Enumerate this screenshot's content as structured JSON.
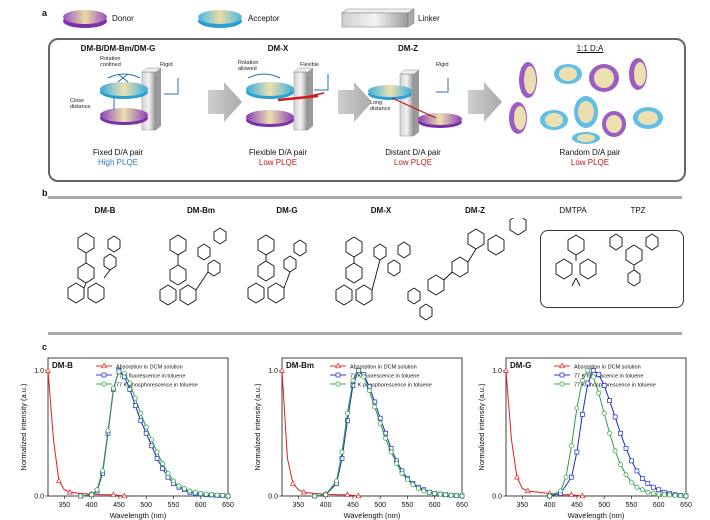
{
  "panel_labels": {
    "a": "a",
    "b": "b",
    "c": "c"
  },
  "legend": {
    "donor": "Donor",
    "acceptor": "Acceptor",
    "linker": "Linker"
  },
  "panel_a": {
    "groups": [
      {
        "title": "DM-B/DM-Bm/DM-G",
        "notes": [
          "Rotation",
          "confined",
          "Rigid",
          "Close",
          "distance"
        ],
        "pair": "Fixed D/A pair",
        "plqe": "High PLQE",
        "plqe_color": "#2c7cc1"
      },
      {
        "title": "DM-X",
        "notes": [
          "Rotation",
          "allowed",
          "Flexible"
        ],
        "pair": "Flexible D/A pair",
        "plqe": "Low PLQE",
        "plqe_color": "#c01818"
      },
      {
        "title": "DM-Z",
        "notes": [
          "Rigid",
          "Long",
          "distance"
        ],
        "pair": "Distant D/A pair",
        "plqe": "Low PLQE",
        "plqe_color": "#c01818"
      },
      {
        "title": "1:1 D:A",
        "pair": "Random D/A pair",
        "plqe": "Low PLQE",
        "plqe_color": "#c01818"
      }
    ]
  },
  "panel_b": {
    "molecules": [
      "DM-B",
      "DM-Bm",
      "DM-G",
      "DM-X",
      "DM-Z"
    ],
    "references": [
      "DMTPA",
      "TPZ"
    ]
  },
  "panel_c": {
    "legend": [
      "Absorption in DCM solution",
      "77 K fluorescence in toluene",
      "77 K phosphorescence in toluene"
    ],
    "series_colors": [
      "#e02020",
      "#1a2bc8",
      "#2ea043"
    ],
    "ylabel": "Normalized intensity (a.u.)",
    "xlabel": "Wavelength (nm)",
    "y_tick": "1.0",
    "y_zero": "0.0"
  },
  "chart_data": [
    {
      "type": "line",
      "name_label": "DM-B",
      "xlim": [
        320,
        650
      ],
      "ylim": [
        0,
        1.1
      ],
      "x_ticks": [
        350,
        400,
        450,
        500,
        550,
        600,
        650
      ],
      "series": [
        {
          "name": "Absorption in DCM solution",
          "x": [
            320,
            330,
            340,
            350,
            360,
            380,
            400,
            420,
            440,
            460
          ],
          "y": [
            1.0,
            0.45,
            0.12,
            0.05,
            0.03,
            0.02,
            0.015,
            0.01,
            0.01,
            0.0
          ]
        },
        {
          "name": "77 K fluorescence in toluene",
          "x": [
            380,
            400,
            410,
            420,
            430,
            440,
            450,
            460,
            470,
            480,
            490,
            500,
            510,
            520,
            530,
            540,
            550,
            560,
            570,
            580,
            590,
            600,
            610,
            620,
            630,
            640,
            650
          ],
          "y": [
            0,
            0.01,
            0.04,
            0.18,
            0.5,
            0.85,
            1.0,
            0.95,
            0.85,
            0.72,
            0.6,
            0.5,
            0.4,
            0.3,
            0.22,
            0.15,
            0.1,
            0.07,
            0.05,
            0.03,
            0.02,
            0.015,
            0.01,
            0.008,
            0.005,
            0.003,
            0.0
          ]
        },
        {
          "name": "77 K phosphorescence in toluene",
          "x": [
            380,
            400,
            410,
            420,
            430,
            440,
            450,
            460,
            470,
            480,
            490,
            500,
            510,
            520,
            530,
            540,
            550,
            560,
            570,
            580,
            590,
            600,
            610,
            620,
            630,
            640,
            650
          ],
          "y": [
            0,
            0.01,
            0.05,
            0.2,
            0.52,
            0.86,
            0.99,
            0.98,
            0.9,
            0.78,
            0.66,
            0.55,
            0.45,
            0.35,
            0.26,
            0.18,
            0.12,
            0.08,
            0.06,
            0.04,
            0.03,
            0.02,
            0.015,
            0.01,
            0.007,
            0.004,
            0.0
          ]
        }
      ]
    },
    {
      "type": "line",
      "name_label": "DM-Bm",
      "xlim": [
        320,
        650
      ],
      "ylim": [
        0,
        1.1
      ],
      "x_ticks": [
        350,
        400,
        450,
        500,
        550,
        600,
        650
      ],
      "series": [
        {
          "name": "Absorption in DCM solution",
          "x": [
            320,
            330,
            340,
            350,
            360,
            380,
            400,
            420,
            440,
            460
          ],
          "y": [
            1.0,
            0.3,
            0.1,
            0.05,
            0.03,
            0.02,
            0.015,
            0.01,
            0.01,
            0.0
          ]
        },
        {
          "name": "77 K fluorescence in toluene",
          "x": [
            380,
            400,
            420,
            430,
            440,
            450,
            460,
            470,
            480,
            490,
            500,
            510,
            520,
            530,
            540,
            550,
            560,
            570,
            580,
            590,
            600,
            610,
            620,
            630,
            640,
            650
          ],
          "y": [
            0,
            0.01,
            0.1,
            0.3,
            0.6,
            0.88,
            1.0,
            0.97,
            0.87,
            0.75,
            0.62,
            0.5,
            0.38,
            0.28,
            0.2,
            0.14,
            0.1,
            0.07,
            0.05,
            0.03,
            0.02,
            0.015,
            0.01,
            0.006,
            0.003,
            0.0
          ]
        },
        {
          "name": "77 K phosphorescence in toluene",
          "x": [
            380,
            400,
            420,
            430,
            440,
            450,
            460,
            470,
            480,
            490,
            500,
            510,
            520,
            530,
            540,
            550,
            560,
            570,
            580,
            590,
            600,
            610,
            620,
            630,
            640,
            650
          ],
          "y": [
            0,
            0.01,
            0.12,
            0.35,
            0.66,
            0.92,
            1.0,
            0.95,
            0.84,
            0.71,
            0.58,
            0.46,
            0.35,
            0.26,
            0.18,
            0.13,
            0.09,
            0.06,
            0.04,
            0.03,
            0.02,
            0.015,
            0.01,
            0.006,
            0.003,
            0.0
          ]
        }
      ]
    },
    {
      "type": "line",
      "name_label": "DM-G",
      "xlim": [
        320,
        650
      ],
      "ylim": [
        0,
        1.1
      ],
      "x_ticks": [
        350,
        400,
        450,
        500,
        550,
        600,
        650
      ],
      "series": [
        {
          "name": "Absorption in DCM solution",
          "x": [
            320,
            330,
            340,
            350,
            360,
            380,
            400,
            420,
            440,
            460
          ],
          "y": [
            1.0,
            0.45,
            0.15,
            0.06,
            0.04,
            0.03,
            0.02,
            0.01,
            0.01,
            0.0
          ]
        },
        {
          "name": "77 K fluorescence in toluene",
          "x": [
            400,
            420,
            440,
            450,
            460,
            470,
            480,
            490,
            500,
            510,
            520,
            530,
            540,
            550,
            560,
            570,
            580,
            590,
            600,
            610,
            620,
            630,
            640,
            650
          ],
          "y": [
            0,
            0.02,
            0.15,
            0.35,
            0.65,
            0.9,
            1.0,
            0.97,
            0.88,
            0.76,
            0.63,
            0.5,
            0.38,
            0.28,
            0.2,
            0.14,
            0.1,
            0.07,
            0.05,
            0.03,
            0.02,
            0.01,
            0.005,
            0.0
          ]
        },
        {
          "name": "77 K phosphorescence in toluene",
          "x": [
            400,
            420,
            430,
            440,
            450,
            460,
            470,
            480,
            490,
            500,
            510,
            520,
            530,
            540,
            550,
            560,
            570,
            580,
            590,
            600,
            610,
            620,
            630,
            640,
            650
          ],
          "y": [
            0,
            0.04,
            0.15,
            0.4,
            0.7,
            0.92,
            1.0,
            0.95,
            0.82,
            0.66,
            0.5,
            0.36,
            0.25,
            0.17,
            0.11,
            0.07,
            0.05,
            0.03,
            0.02,
            0.015,
            0.01,
            0.008,
            0.005,
            0.003,
            0.0
          ]
        }
      ]
    }
  ]
}
